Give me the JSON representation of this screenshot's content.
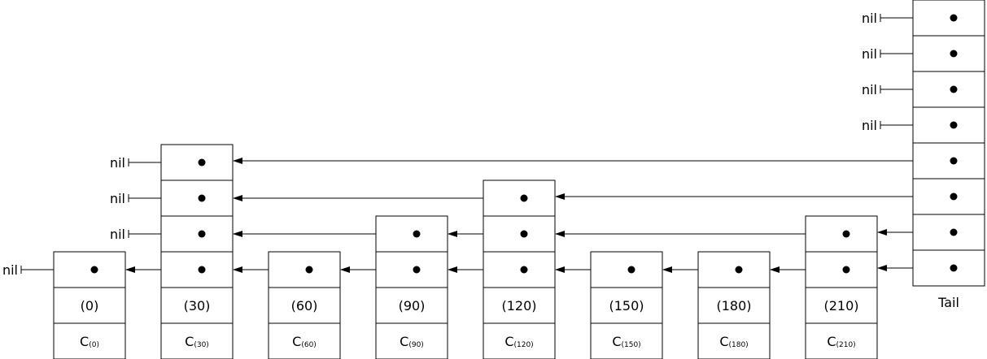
{
  "nil_label": "nil",
  "tail_label": "Tail",
  "tail_levels": 8,
  "nodes": [
    {
      "key": "(0)",
      "c_main": "C",
      "c_sub": "(0)",
      "levels": 1
    },
    {
      "key": "(30)",
      "c_main": "C",
      "c_sub": "(30)",
      "levels": 4
    },
    {
      "key": "(60)",
      "c_main": "C",
      "c_sub": "(60)",
      "levels": 1
    },
    {
      "key": "(90)",
      "c_main": "C",
      "c_sub": "(90)",
      "levels": 2
    },
    {
      "key": "(120)",
      "c_main": "C",
      "c_sub": "(120)",
      "levels": 3
    },
    {
      "key": "(150)",
      "c_main": "C",
      "c_sub": "(150)",
      "levels": 1
    },
    {
      "key": "(180)",
      "c_main": "C",
      "c_sub": "(180)",
      "levels": 1
    },
    {
      "key": "(210)",
      "c_main": "C",
      "c_sub": "(210)",
      "levels": 2
    }
  ],
  "links": [
    {
      "level": 0,
      "from": "tail",
      "to": 7
    },
    {
      "level": 0,
      "from": 7,
      "to": 6
    },
    {
      "level": 0,
      "from": 6,
      "to": 5
    },
    {
      "level": 0,
      "from": 5,
      "to": 4
    },
    {
      "level": 0,
      "from": 4,
      "to": 3
    },
    {
      "level": 0,
      "from": 3,
      "to": 2
    },
    {
      "level": 0,
      "from": 2,
      "to": 1
    },
    {
      "level": 0,
      "from": 1,
      "to": 0
    },
    {
      "level": 0,
      "from": 0,
      "to": "nil"
    },
    {
      "level": 1,
      "from": "tail",
      "to": 7
    },
    {
      "level": 1,
      "from": 7,
      "to": 4
    },
    {
      "level": 1,
      "from": 4,
      "to": 3
    },
    {
      "level": 1,
      "from": 3,
      "to": 1
    },
    {
      "level": 1,
      "from": 1,
      "to": "nil"
    },
    {
      "level": 2,
      "from": "tail",
      "to": 4
    },
    {
      "level": 2,
      "from": 4,
      "to": 1
    },
    {
      "level": 2,
      "from": 1,
      "to": "nil"
    },
    {
      "level": 3,
      "from": "tail",
      "to": 1
    },
    {
      "level": 3,
      "from": 1,
      "to": "nil"
    },
    {
      "level": 4,
      "from": "tail",
      "to": "nil"
    },
    {
      "level": 5,
      "from": "tail",
      "to": "nil"
    },
    {
      "level": 6,
      "from": "tail",
      "to": "nil"
    },
    {
      "level": 7,
      "from": "tail",
      "to": "nil"
    }
  ]
}
